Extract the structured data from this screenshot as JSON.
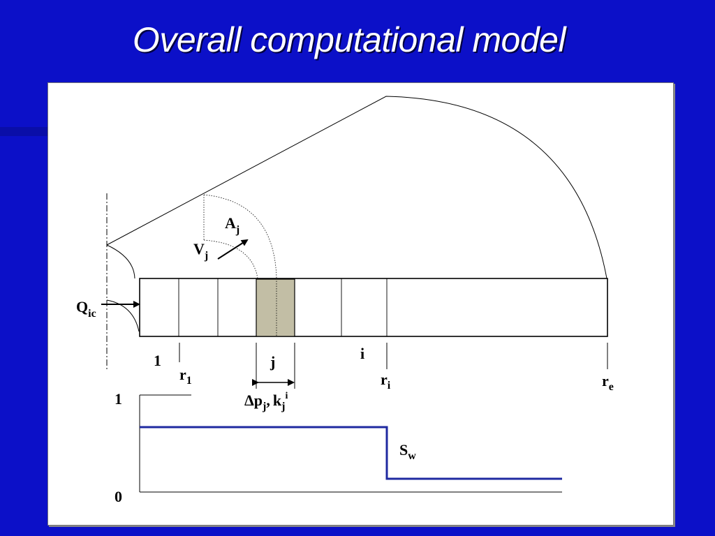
{
  "slide": {
    "title": "Overall computational model"
  },
  "diagram": {
    "labels": {
      "area": "A",
      "area_sub": "j",
      "volume": "V",
      "volume_sub": "j",
      "injection": "Q",
      "injection_sub": "ic",
      "first_block": "1",
      "radius_1": "r",
      "radius_1_sub": "1",
      "block_j": "j",
      "block_i": "i",
      "radius_i": "r",
      "radius_i_sub": "i",
      "radius_e": "r",
      "radius_e_sub": "e",
      "delta_symbol": "Δ",
      "pressure_var": "p",
      "pressure_sub": "j",
      "separator": ",",
      "perm_var": "k",
      "perm_sub": "j",
      "perm_sup": "i"
    },
    "saturation_plot": {
      "y_max_label": "1",
      "y_min_label": "0",
      "curve_label": "S",
      "curve_sub": "w",
      "curve_color": "#1f2aa0"
    },
    "colors": {
      "slide_background": "#0c10c8",
      "highlight_block": "#c2bea5"
    }
  }
}
